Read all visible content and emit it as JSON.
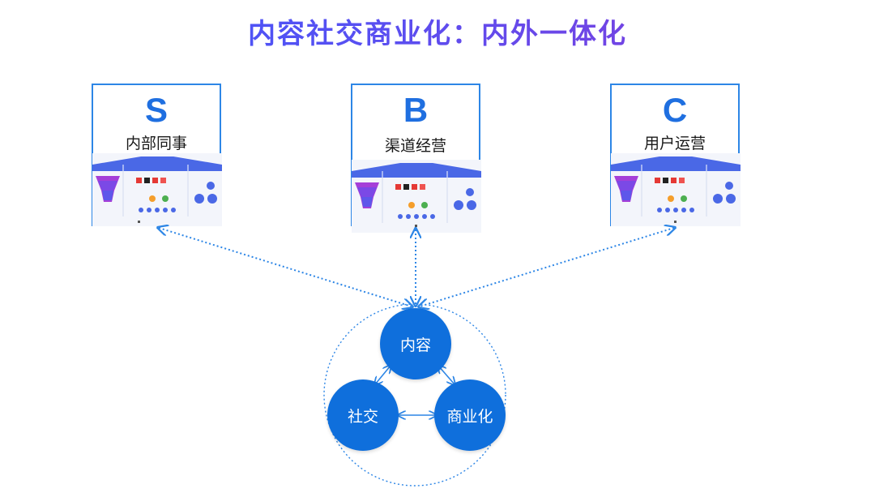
{
  "title": "内容社交商业化：内外一体化",
  "cards": [
    {
      "letter": "S",
      "label": "内部同事"
    },
    {
      "letter": "B",
      "label": "渠道经营"
    },
    {
      "letter": "C",
      "label": "用户运营"
    }
  ],
  "core": {
    "nodes": [
      "内容",
      "社交",
      "商业化"
    ]
  },
  "colors": {
    "primary": "#0f6fdc",
    "card_border": "#2d86e6",
    "link": "#2d86e6",
    "title_gradient": [
      "#3b5bff",
      "#8a3ad8"
    ]
  }
}
